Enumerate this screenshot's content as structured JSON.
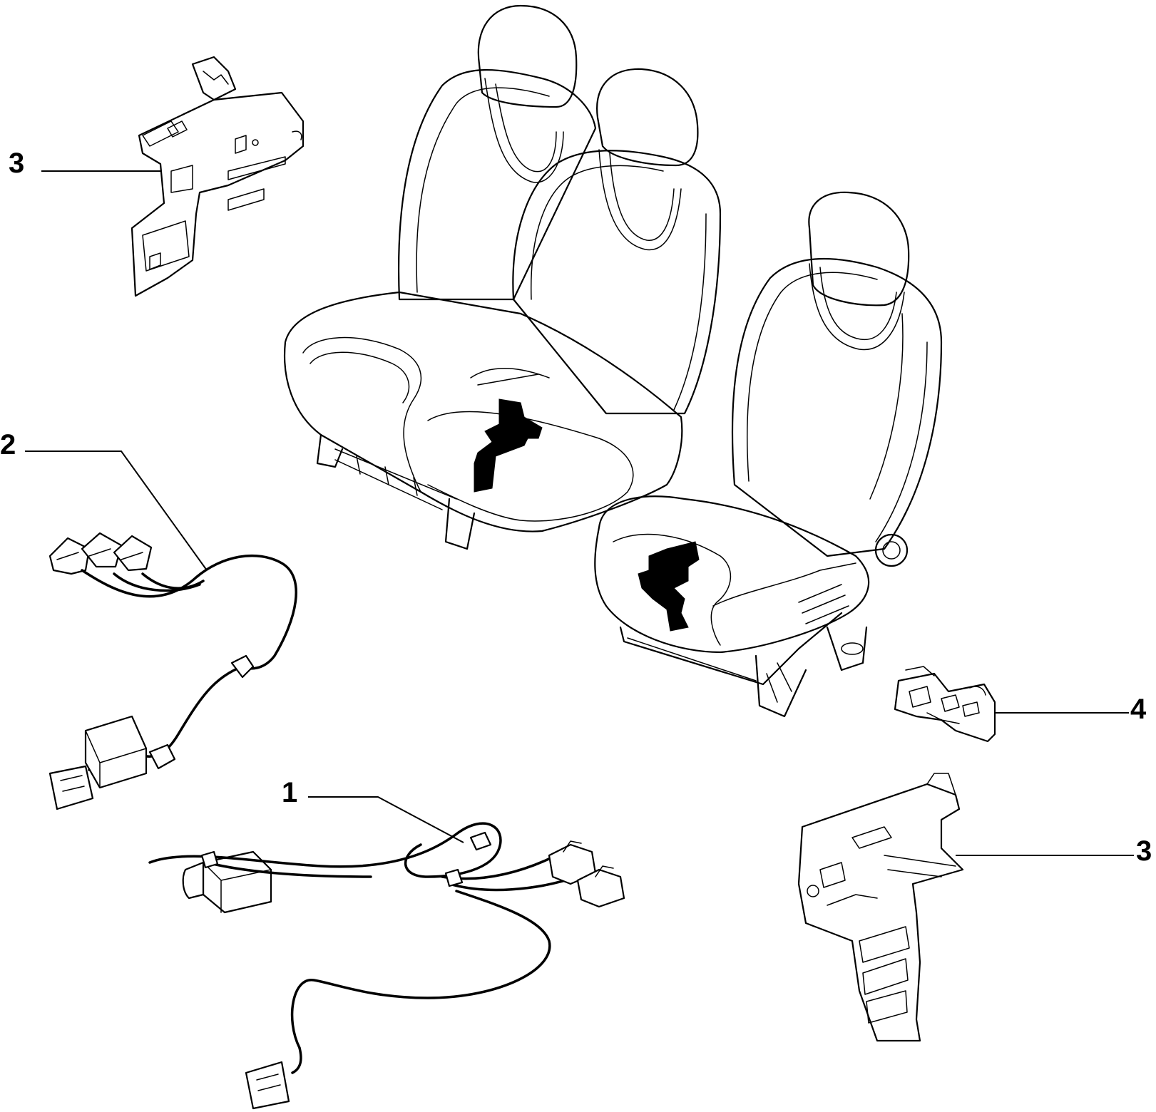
{
  "callouts": [
    {
      "num": "1"
    },
    {
      "num": "2"
    },
    {
      "num": "3"
    },
    {
      "num": "4"
    },
    {
      "num": "3"
    }
  ],
  "colors": {
    "line": "#000000",
    "background": "#ffffff"
  }
}
